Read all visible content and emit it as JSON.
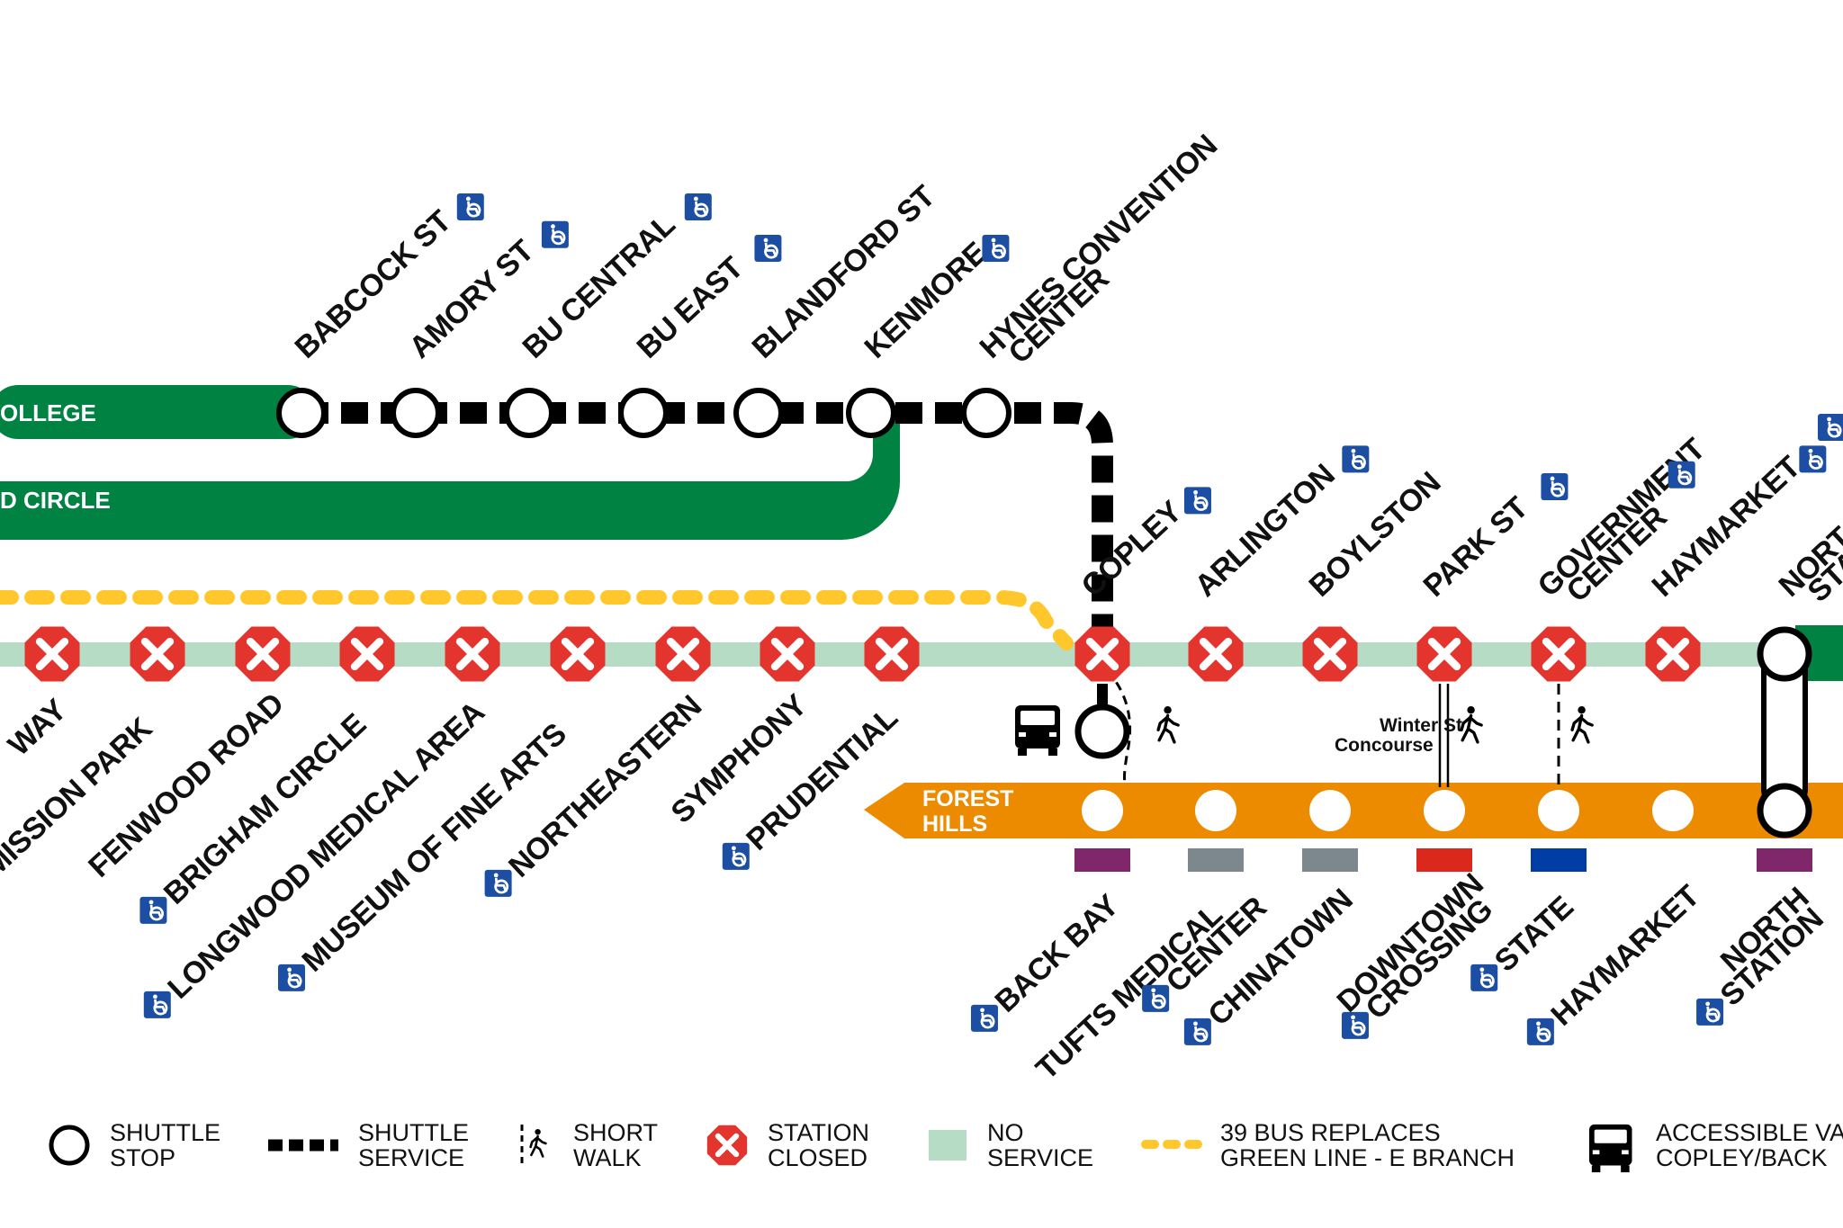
{
  "colors": {
    "green": "#008342",
    "orange": "#ED8B00",
    "closed_red": "#E4342E",
    "no_service": "#B6DCC5",
    "bus_yellow": "#FFC72C",
    "access_blue": "#1C4FA3",
    "purple": "#80276C",
    "gray": "#7C878E",
    "red": "#DA291C",
    "blue": "#003DA5"
  },
  "green_lines": {
    "top_label": "OLLEGE",
    "bottom_label": "D CIRCLE"
  },
  "shuttle_stops": [
    {
      "name": "BABCOCK ST",
      "accessible": true
    },
    {
      "name": "AMORY ST",
      "accessible": true
    },
    {
      "name": "BU CENTRAL",
      "accessible": true
    },
    {
      "name": "BU EAST",
      "accessible": true
    },
    {
      "name": "BLANDFORD ST",
      "accessible": false
    },
    {
      "name": "KENMORE",
      "accessible": true
    },
    {
      "name": "HYNES CONVENTION",
      "name2": "CENTER",
      "accessible": false
    }
  ],
  "closed_west": [
    {
      "name": "WAY",
      "accessible": false
    },
    {
      "name": "MISSION PARK",
      "accessible": false
    },
    {
      "name": "FENWOOD ROAD",
      "accessible": false
    },
    {
      "name": "BRIGHAM CIRCLE",
      "accessible": true
    },
    {
      "name": "LONGWOOD MEDICAL AREA",
      "accessible": true
    },
    {
      "name": "MUSEUM OF FINE ARTS",
      "accessible": true
    },
    {
      "name": "NORTHEASTERN",
      "accessible": true
    },
    {
      "name": "SYMPHONY",
      "accessible": false
    },
    {
      "name": "PRUDENTIAL",
      "accessible": true
    }
  ],
  "closed_east": [
    {
      "name": "COPLEY",
      "accessible": true
    },
    {
      "name": "ARLINGTON",
      "accessible": true
    },
    {
      "name": "BOYLSTON",
      "accessible": false
    },
    {
      "name": "PARK ST",
      "accessible": true
    },
    {
      "name": "GOVERNMENT",
      "name2": "CENTER",
      "accessible": true
    },
    {
      "name": "HAYMARKET",
      "accessible": true
    }
  ],
  "north_station_top": {
    "name": "NORT",
    "name2": "STA",
    "accessible": false
  },
  "orange_line": {
    "terminus_line1": "FOREST",
    "terminus_line2": "HILLS",
    "stations": [
      {
        "name": "BACK BAY",
        "accessible": true,
        "tag": "#80276C"
      },
      {
        "name": "TUFTS MEDICAL",
        "name2": "CENTER",
        "accessible": true,
        "tag": "#7C878E"
      },
      {
        "name": "CHINATOWN",
        "accessible": true,
        "tag": "#7C878E"
      },
      {
        "name": "DOWNTOWN",
        "name2": "CROSSING",
        "accessible": true,
        "tag": "#DA291C"
      },
      {
        "name": "STATE",
        "accessible": true,
        "tag": "#003DA5"
      },
      {
        "name": "HAYMARKET",
        "accessible": true,
        "tag": ""
      },
      {
        "name": "NORTH",
        "name2": "STATION",
        "accessible": true,
        "tag": "#80276C"
      }
    ]
  },
  "concourse_note": {
    "line1": "Winter St",
    "line2": "Concourse"
  },
  "legend": [
    {
      "key": "shuttle-stop",
      "line1": "SHUTTLE",
      "line2": "STOP"
    },
    {
      "key": "shuttle-service",
      "line1": "SHUTTLE",
      "line2": "SERVICE"
    },
    {
      "key": "short-walk",
      "line1": "SHORT",
      "line2": "WALK"
    },
    {
      "key": "station-closed",
      "line1": "STATION",
      "line2": "CLOSED"
    },
    {
      "key": "no-service",
      "line1": "NO",
      "line2": "SERVICE"
    },
    {
      "key": "bus-39",
      "line1": "39 BUS REPLACES",
      "line2": "GREEN LINE - E BRANCH"
    },
    {
      "key": "accessible-van",
      "line1": "ACCESSIBLE VA",
      "line2": "COPLEY/BACK"
    }
  ]
}
